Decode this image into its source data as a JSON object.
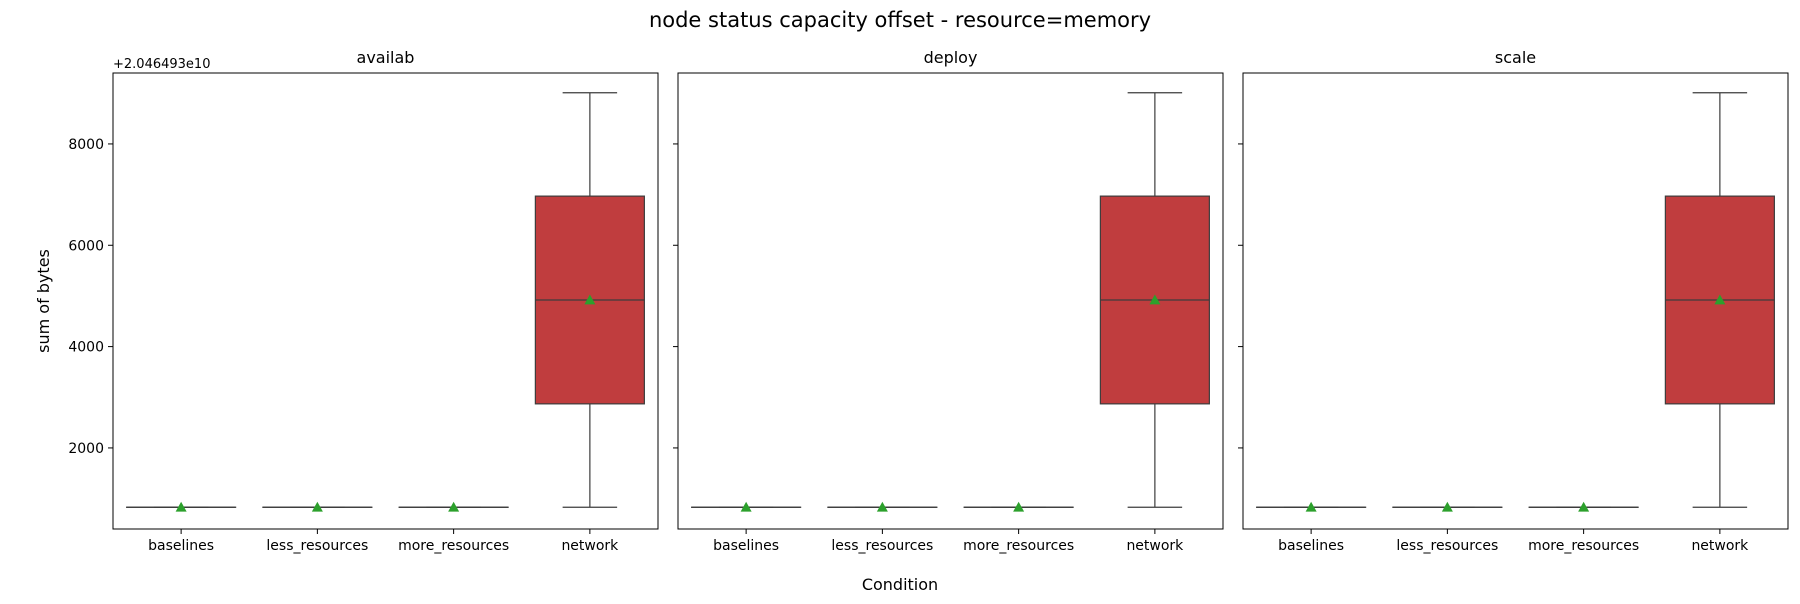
{
  "chart_data": {
    "type": "box",
    "title": "node status capacity offset - resource=memory",
    "xlabel": "Condition",
    "ylabel": "sum of bytes",
    "offset_label": "+2.046493e10",
    "ylim": [
      400,
      9400
    ],
    "yticks": [
      2000,
      4000,
      6000,
      8000
    ],
    "categories": [
      "baselines",
      "less_resources",
      "more_resources",
      "network"
    ],
    "colors": {
      "box_fill": "#c03d3e",
      "box_edge": "#3d3d3d",
      "mean_marker": "#2ca02c"
    },
    "mean_marker": "triangle",
    "panels": [
      {
        "name": "availab",
        "boxes": [
          {
            "category": "baselines",
            "whisker_low": 830,
            "q1": 830,
            "median": 830,
            "q3": 830,
            "whisker_high": 830,
            "mean": 830
          },
          {
            "category": "less_resources",
            "whisker_low": 830,
            "q1": 830,
            "median": 830,
            "q3": 830,
            "whisker_high": 830,
            "mean": 830
          },
          {
            "category": "more_resources",
            "whisker_low": 830,
            "q1": 830,
            "median": 830,
            "q3": 830,
            "whisker_high": 830,
            "mean": 830
          },
          {
            "category": "network",
            "whisker_low": 830,
            "q1": 2870,
            "median": 4920,
            "q3": 6970,
            "whisker_high": 9010,
            "mean": 4920
          }
        ]
      },
      {
        "name": "deploy",
        "boxes": [
          {
            "category": "baselines",
            "whisker_low": 830,
            "q1": 830,
            "median": 830,
            "q3": 830,
            "whisker_high": 830,
            "mean": 830
          },
          {
            "category": "less_resources",
            "whisker_low": 830,
            "q1": 830,
            "median": 830,
            "q3": 830,
            "whisker_high": 830,
            "mean": 830
          },
          {
            "category": "more_resources",
            "whisker_low": 830,
            "q1": 830,
            "median": 830,
            "q3": 830,
            "whisker_high": 830,
            "mean": 830
          },
          {
            "category": "network",
            "whisker_low": 830,
            "q1": 2870,
            "median": 4920,
            "q3": 6970,
            "whisker_high": 9010,
            "mean": 4920
          }
        ]
      },
      {
        "name": "scale",
        "boxes": [
          {
            "category": "baselines",
            "whisker_low": 830,
            "q1": 830,
            "median": 830,
            "q3": 830,
            "whisker_high": 830,
            "mean": 830
          },
          {
            "category": "less_resources",
            "whisker_low": 830,
            "q1": 830,
            "median": 830,
            "q3": 830,
            "whisker_high": 830,
            "mean": 830
          },
          {
            "category": "more_resources",
            "whisker_low": 830,
            "q1": 830,
            "median": 830,
            "q3": 830,
            "whisker_high": 830,
            "mean": 830
          },
          {
            "category": "network",
            "whisker_low": 830,
            "q1": 2870,
            "median": 4920,
            "q3": 6970,
            "whisker_high": 9010,
            "mean": 4920
          }
        ]
      }
    ]
  }
}
